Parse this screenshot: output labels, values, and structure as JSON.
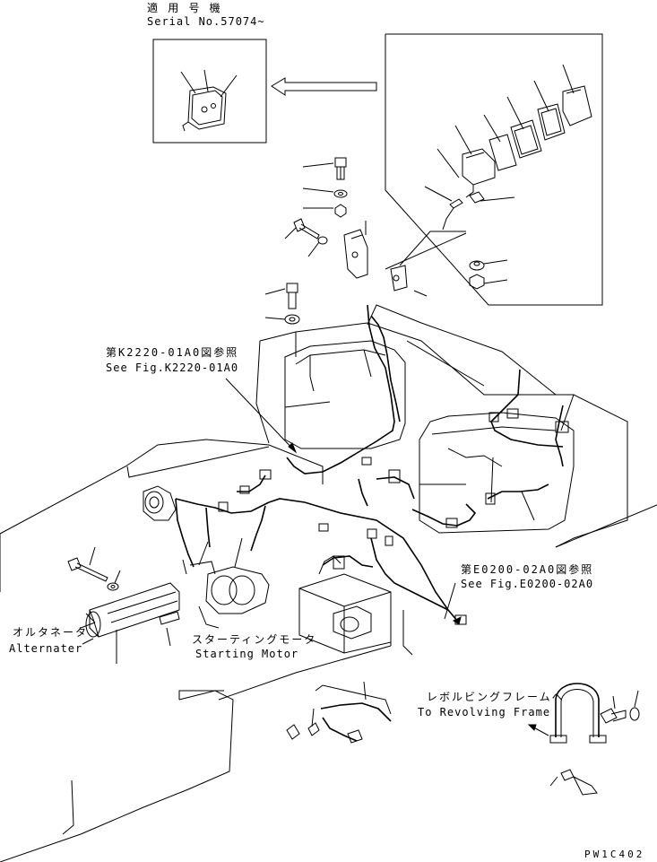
{
  "labels": {
    "serial_jp": "適 用 号 機",
    "serial_en": "Serial No.57074~",
    "ref1_jp": "第K2220-01A0図参照",
    "ref1_en": "See Fig.K2220-01A0",
    "ref2_jp": "第E0200-02A0図参照",
    "ref2_en": "See Fig.E0200-02A0",
    "alternator_jp": "オルタネータ",
    "alternator_en": "Alternater",
    "starting_motor_jp": "スターティングモータ",
    "starting_motor_en": "Starting Motor",
    "revolving_jp": "レボルビングフレームへ",
    "revolving_en": "To Revolving Frame",
    "drawing_code": "PW1C402"
  }
}
